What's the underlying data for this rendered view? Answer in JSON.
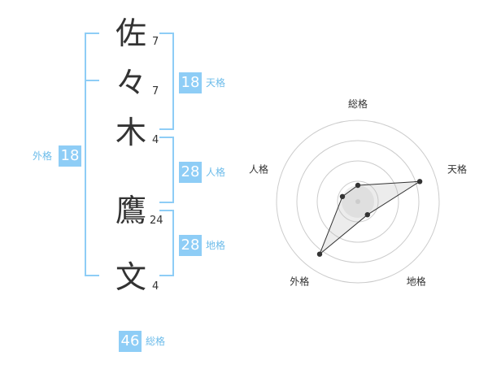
{
  "name_chars": [
    {
      "char": "佐",
      "strokes": "7"
    },
    {
      "char": "々",
      "strokes": "7"
    },
    {
      "char": "木",
      "strokes": "4"
    },
    {
      "char": "鷹",
      "strokes": "24"
    },
    {
      "char": "文",
      "strokes": "4"
    }
  ],
  "scores": {
    "tenkaku": {
      "value": "18",
      "label": "天格"
    },
    "jinkaku": {
      "value": "28",
      "label": "人格"
    },
    "chikaku": {
      "value": "28",
      "label": "地格"
    },
    "gaikaku": {
      "value": "18",
      "label": "外格"
    },
    "soukaku": {
      "value": "46",
      "label": "総格"
    }
  },
  "colors": {
    "accent": "#8ecdf6",
    "label_text": "#6dbcea",
    "text": "#333333"
  },
  "chart_data": {
    "type": "radar",
    "axes": [
      "総格",
      "天格",
      "地格",
      "外格",
      "人格"
    ],
    "values": [
      1,
      4,
      1,
      4,
      1
    ],
    "range": [
      0,
      5
    ],
    "rings": 4
  }
}
